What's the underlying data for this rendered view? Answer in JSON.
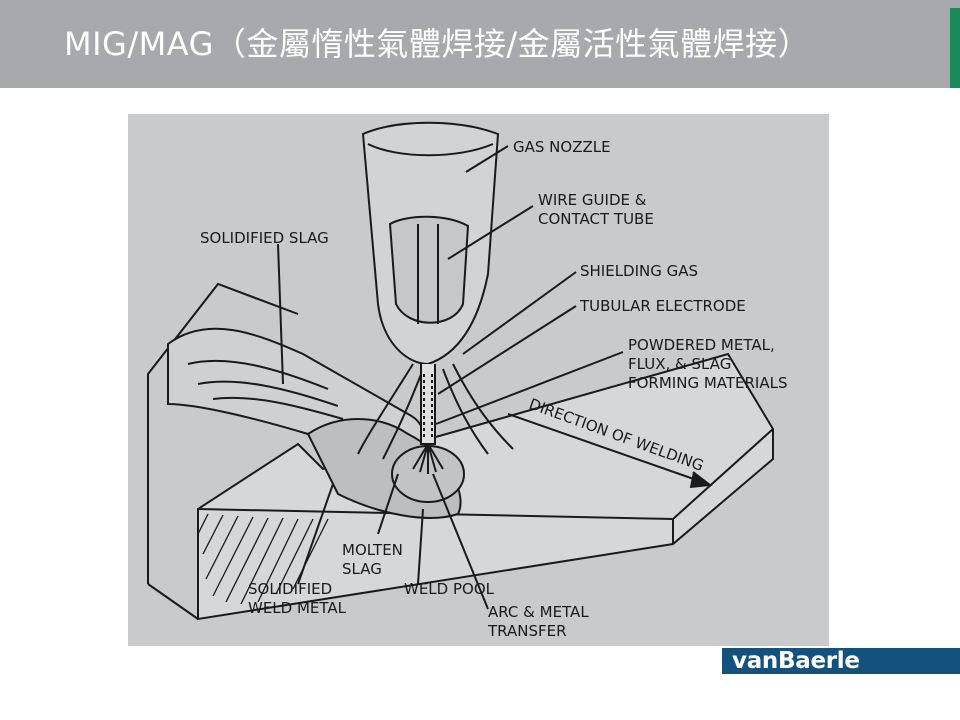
{
  "slide": {
    "title": "MIG/MAG（金屬惰性氣體焊接/金屬活性氣體焊接）",
    "colors": {
      "header": "#a7a9ac",
      "accent": "#1a8a5a",
      "logo_bg": "#14527e"
    }
  },
  "diagram": {
    "labels": {
      "gas_nozzle": "GAS NOZZLE",
      "wire_guide_1": "WIRE GUIDE &",
      "wire_guide_2": "CONTACT TUBE",
      "solidified_slag": "SOLIDIFIED SLAG",
      "shielding_gas": "SHIELDING GAS",
      "tubular_electrode": "TUBULAR ELECTRODE",
      "powdered_1": "POWDERED METAL,",
      "powdered_2": "FLUX, & SLAG",
      "powdered_3": "FORMING MATERIALS",
      "direction": "DIRECTION OF WELDING",
      "molten_slag_1": "MOLTEN",
      "molten_slag_2": "SLAG",
      "solidified_weld_1": "SOLIDIFIED",
      "solidified_weld_2": "WELD METAL",
      "weld_pool": "WELD POOL",
      "arc_1": "ARC & METAL",
      "arc_2": "TRANSFER"
    }
  },
  "logo": {
    "text": "vanBaerle"
  }
}
